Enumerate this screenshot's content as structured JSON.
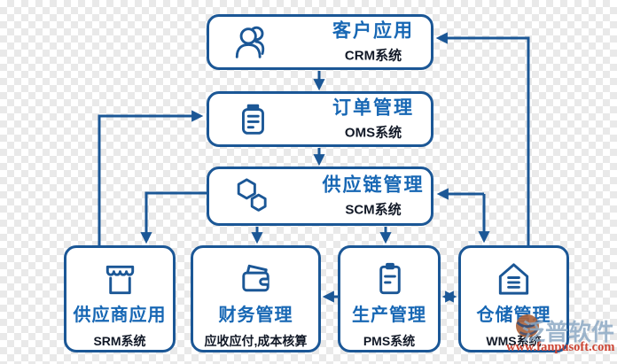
{
  "diagram": {
    "nodes": [
      {
        "id": "crm",
        "title": "客户应用",
        "subtitle": "CRM系统",
        "icon": "users-icon"
      },
      {
        "id": "oms",
        "title": "订单管理",
        "subtitle": "OMS系统",
        "icon": "order-document-icon"
      },
      {
        "id": "scm",
        "title": "供应链管理",
        "subtitle": "SCM系统",
        "icon": "chain-hexagons-icon"
      },
      {
        "id": "srm",
        "title": "供应商应用",
        "subtitle": "SRM系统",
        "icon": "storefront-icon"
      },
      {
        "id": "finance",
        "title": "财务管理",
        "subtitle": "应收应付,成本核算",
        "icon": "wallet-icon"
      },
      {
        "id": "pms",
        "title": "生产管理",
        "subtitle": "PMS系统",
        "icon": "clipboard-icon"
      },
      {
        "id": "wms",
        "title": "仓储管理",
        "subtitle": "WMS系统",
        "icon": "warehouse-icon"
      }
    ],
    "edges": [
      {
        "from": "客户应用",
        "to": "订单管理",
        "type": "one-way"
      },
      {
        "from": "订单管理",
        "to": "供应链管理",
        "type": "one-way"
      },
      {
        "from": "供应商应用",
        "to": "订单管理",
        "type": "one-way"
      },
      {
        "from": "供应链管理",
        "to": "供应商应用",
        "type": "one-way"
      },
      {
        "from": "供应链管理",
        "to": "财务管理",
        "type": "one-way"
      },
      {
        "from": "供应链管理",
        "to": "生产管理",
        "type": "one-way"
      },
      {
        "from": "供应链管理",
        "to": "仓储管理",
        "type": "two-way"
      },
      {
        "from": "仓储管理",
        "to": "客户应用",
        "type": "one-way"
      },
      {
        "from": "生产管理",
        "to": "财务管理",
        "type": "one-way"
      },
      {
        "from": "生产管理",
        "to": "仓储管理",
        "type": "two-way"
      }
    ]
  },
  "watermark": {
    "brand": "泛普软件",
    "url": "www.fanpusoft.com"
  },
  "colors": {
    "box_border": "#1b5796",
    "title_text": "#1767b4",
    "subtitle_text": "#111826",
    "arrow": "#1b5796",
    "watermark_brand": "#8da9c4",
    "watermark_url": "#cc4433",
    "background_checker": "#e9e9e9"
  }
}
